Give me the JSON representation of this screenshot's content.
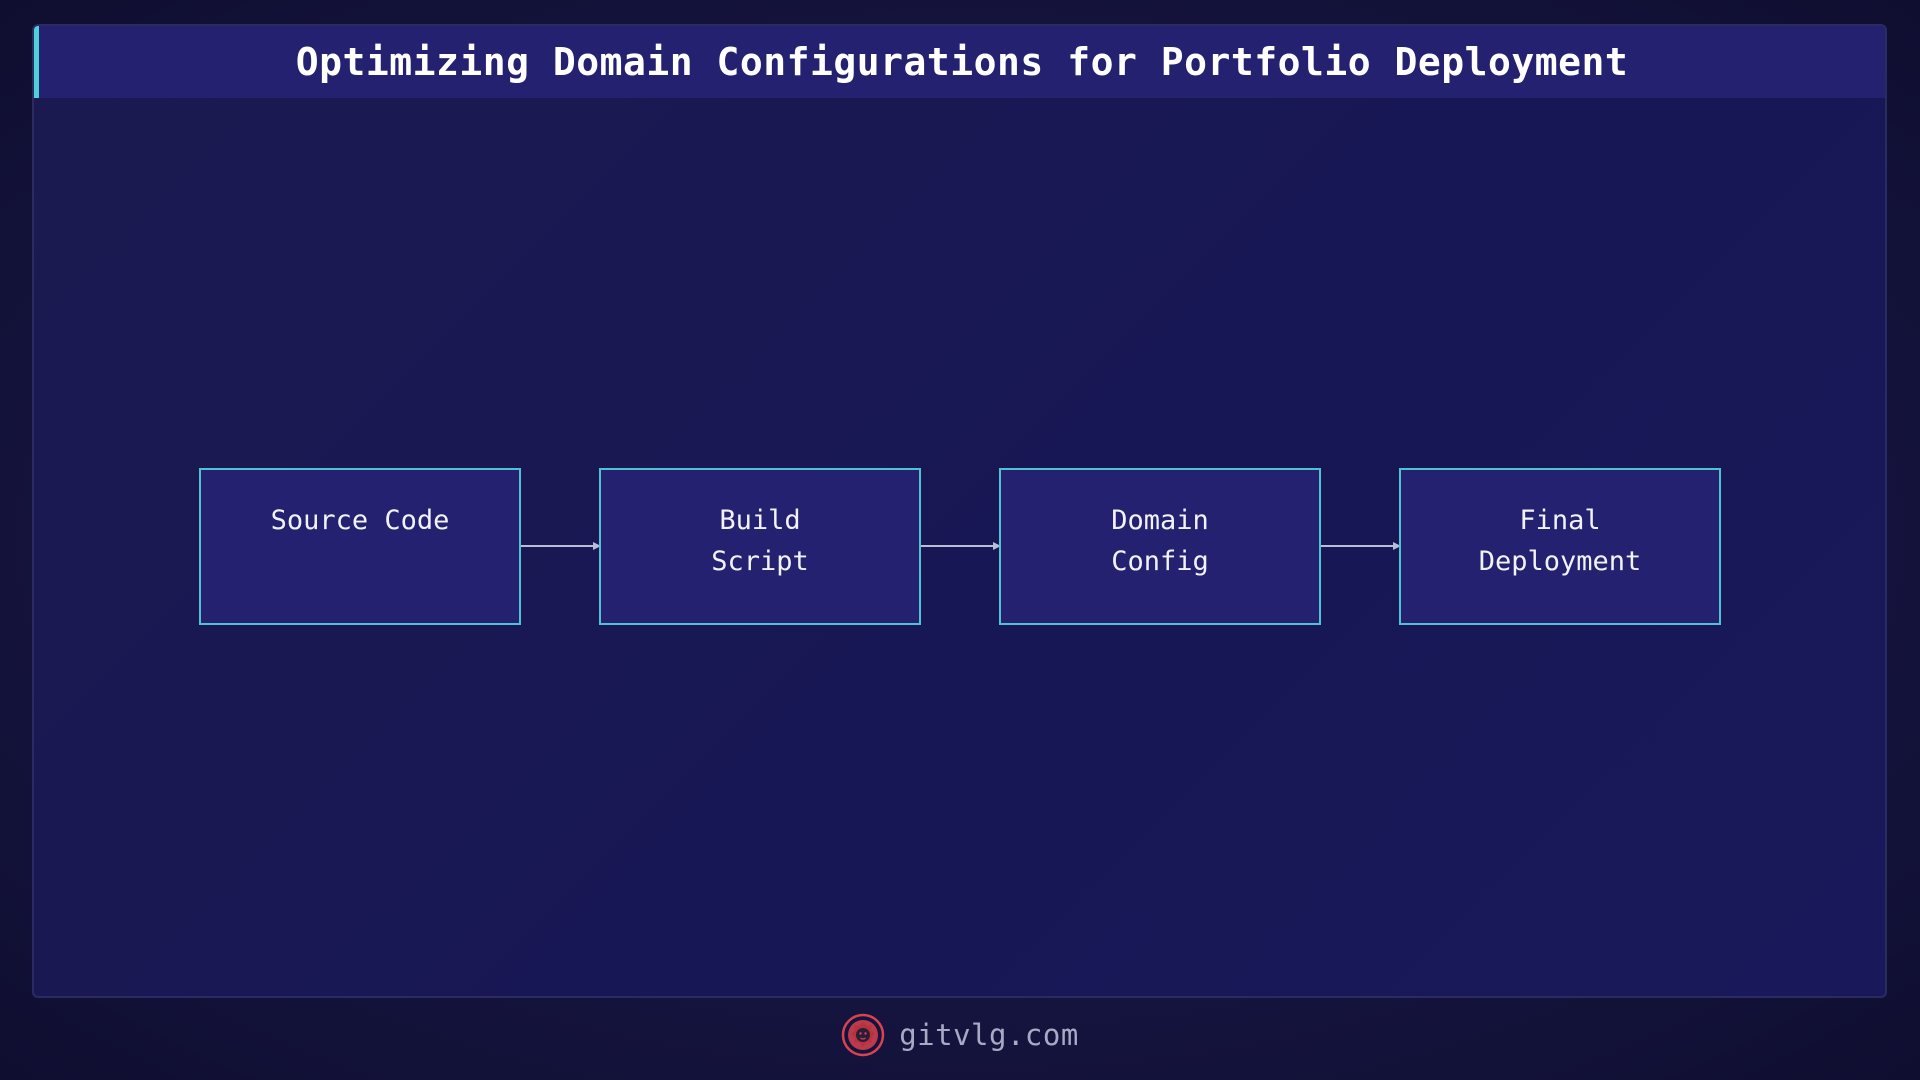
{
  "title": "Optimizing Domain Configurations for Portfolio Deployment",
  "nodes": [
    {
      "label": "Source Code"
    },
    {
      "label": "Build\nScript"
    },
    {
      "label": "Domain\nConfig"
    },
    {
      "label": "Final\nDeployment"
    }
  ],
  "edges": [
    {
      "from": "Source Code",
      "to": "Build Script"
    },
    {
      "from": "Build Script",
      "to": "Domain Config"
    },
    {
      "from": "Domain Config",
      "to": "Final Deployment"
    }
  ],
  "footer": {
    "text": "gitvlg.com",
    "logo_icon": "lion-logo-icon"
  },
  "colors": {
    "background": "#15143f",
    "title_bar": "#232170",
    "accent": "#4fd1d9",
    "node_fill": "#232170",
    "node_border": "#4fc3d1",
    "arrow": "#b9bdd6",
    "logo": "#d8434f"
  }
}
